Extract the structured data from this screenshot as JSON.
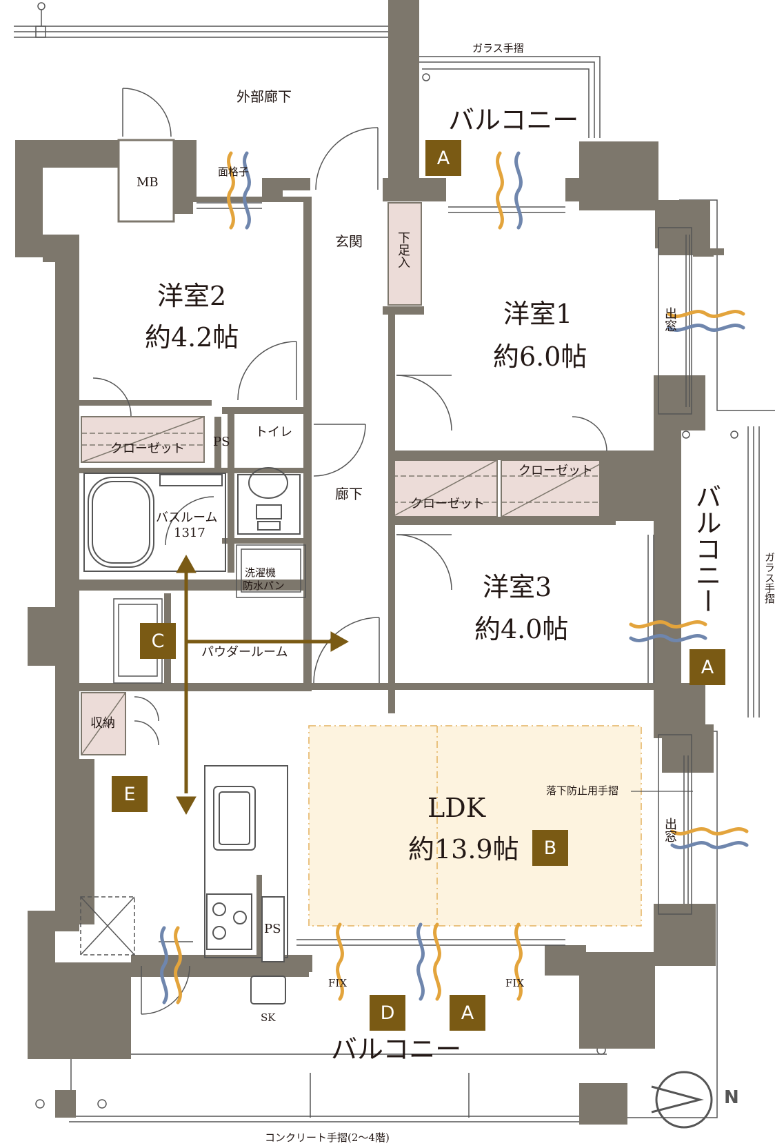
{
  "labels": {
    "outer_corridor": "外部廊下",
    "glass_rail_top": "ガラス手摺",
    "glass_rail_right": "ガラス手摺",
    "balcony_top": "バルコニー",
    "balcony_right": "バルコニー",
    "balcony_bottom": "バルコニー",
    "mb": "MB",
    "grille": "面格子",
    "entrance": "玄関",
    "shoe_storage": "下足入",
    "room2_name": "洋室2",
    "room2_size": "約4.2帖",
    "room1_name": "洋室1",
    "room1_size": "約6.0帖",
    "room3_name": "洋室3",
    "room3_size": "約4.0帖",
    "bay_window_upper": "出窓",
    "bay_window_lower": "出窓",
    "closet_room2": "クローゼット",
    "closet_a": "クローゼット",
    "closet_b": "クローゼット",
    "ps_upper": "PS",
    "ps_lower": "PS",
    "toilet": "トイレ",
    "hallway": "廊下",
    "bathroom": "バスルーム",
    "bathroom_size": "1317",
    "washer": "洗濯機",
    "waterproof_pan": "防水パン",
    "powder_room": "パウダールーム",
    "storage": "収納",
    "ldk_name": "LDK",
    "ldk_size": "約13.9帖",
    "fall_rail": "落下防止用手摺",
    "fix_left": "FIX",
    "fix_right": "FIX",
    "sk": "SK",
    "concrete_rail": "コンクリート手摺(2～4階)",
    "north": "N"
  },
  "badges": {
    "a_top": "A",
    "a_right": "A",
    "a_bottom": "A",
    "b": "B",
    "c": "C",
    "d": "D",
    "e": "E"
  },
  "colors": {
    "wall": "#7d776c",
    "closet": "#ecdcd8",
    "ldk_highlight": "#fdf3df",
    "badge": "#7a5a14",
    "wind_orange": "#e3a43c",
    "wind_blue": "#6f86ad",
    "arrow": "#7a5a14"
  }
}
